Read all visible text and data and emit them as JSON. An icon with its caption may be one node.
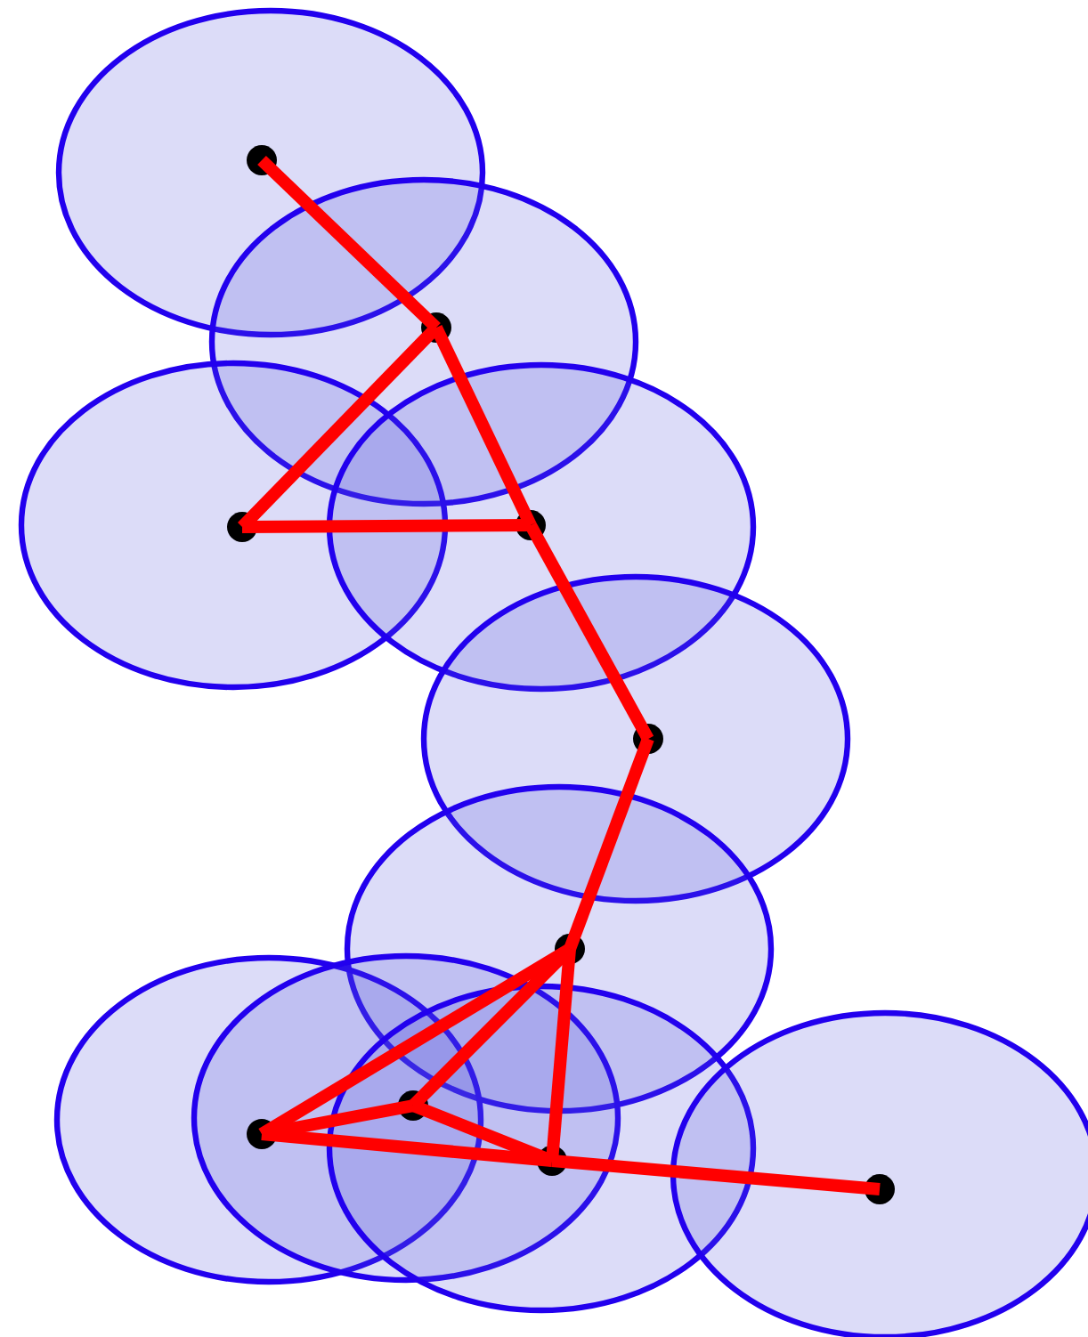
{
  "diagram": {
    "nodes": [
      {
        "text": [],
        "shape": "circle"
      },
      {
        "text": [],
        "shape": "circle"
      },
      {
        "text": [],
        "shape": "circle"
      },
      {
        "text": [],
        "shape": "circle"
      },
      {
        "text": [],
        "shape": "circle"
      },
      {
        "text": [],
        "shape": "circle"
      },
      {
        "text": [],
        "shape": "circle"
      },
      {
        "text": [],
        "shape": "circle"
      },
      {
        "text": [],
        "shape": "circle"
      },
      {
        "text": [],
        "shape": "circle"
      }
    ],
    "edges": [
      {
        "from": 0,
        "to": 1,
        "arrow": "none"
      },
      {
        "from": 1,
        "to": 2,
        "arrow": "none"
      },
      {
        "from": 1,
        "to": 3,
        "arrow": "none"
      },
      {
        "from": 2,
        "to": 3,
        "arrow": "none"
      },
      {
        "from": 3,
        "to": 4,
        "arrow": "none"
      },
      {
        "from": 4,
        "to": 5,
        "arrow": "none"
      },
      {
        "from": 5,
        "to": 6,
        "arrow": "none"
      },
      {
        "from": 5,
        "to": 7,
        "arrow": "none"
      },
      {
        "from": 5,
        "to": 8,
        "arrow": "none"
      },
      {
        "from": 6,
        "to": 7,
        "arrow": "none"
      },
      {
        "from": 6,
        "to": 8,
        "arrow": "none"
      },
      {
        "from": 7,
        "to": 8,
        "arrow": "none"
      },
      {
        "from": 8,
        "to": 9,
        "arrow": "none"
      }
    ]
  }
}
